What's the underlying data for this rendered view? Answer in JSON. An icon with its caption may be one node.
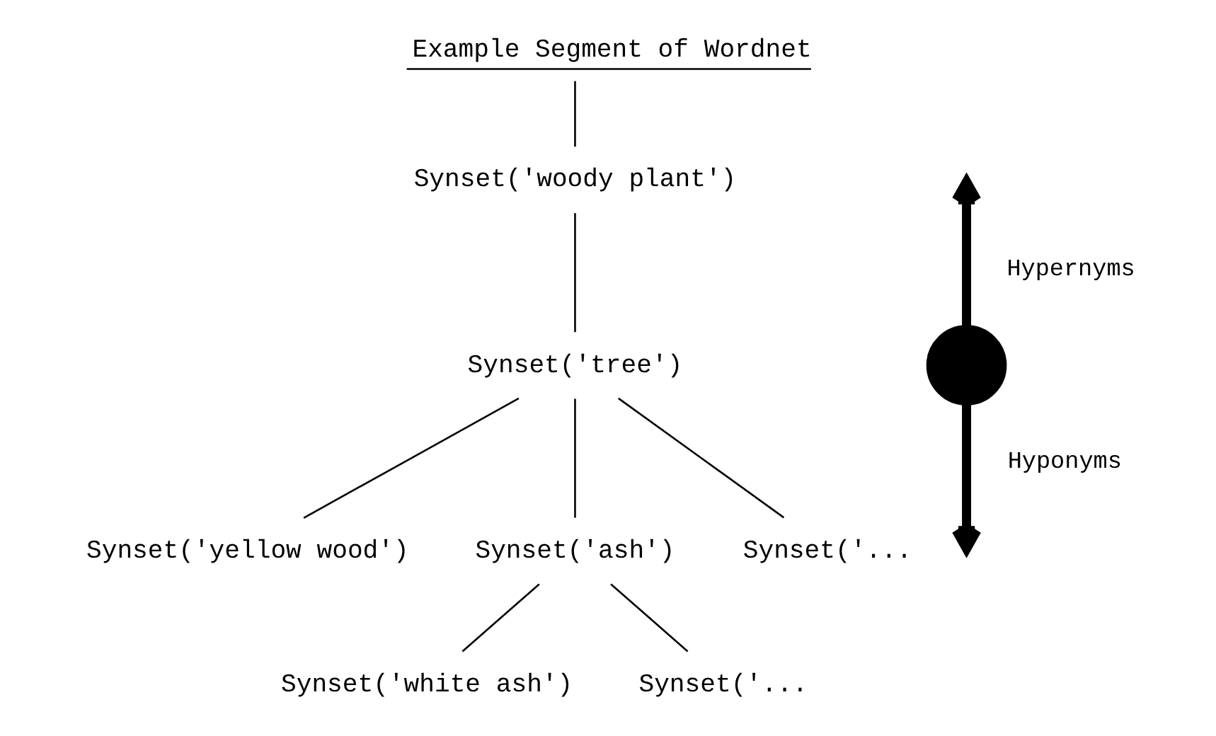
{
  "diagram": {
    "title": "Example Segment of Wordnet",
    "nodes": [
      {
        "text": [
          "Synset('woody plant')"
        ]
      },
      {
        "text": [
          "Synset('tree')"
        ]
      },
      {
        "text": [
          "Synset('yellow wood')"
        ]
      },
      {
        "text": [
          "Synset('ash')"
        ]
      },
      {
        "text": [
          "Synset('..."
        ]
      },
      {
        "text": [
          "Synset('white ash')"
        ]
      },
      {
        "text": [
          "Synset('..."
        ]
      },
      {
        "text": [],
        "shape": "circle"
      }
    ],
    "edges": [
      {
        "from": null,
        "to": 0,
        "arrow": "none"
      },
      {
        "from": 0,
        "to": 1,
        "arrow": "none"
      },
      {
        "from": 1,
        "to": 2,
        "arrow": "none"
      },
      {
        "from": 1,
        "to": 3,
        "arrow": "none"
      },
      {
        "from": 1,
        "to": 4,
        "arrow": "none"
      },
      {
        "from": 3,
        "to": 5,
        "arrow": "none"
      },
      {
        "from": 3,
        "to": 6,
        "arrow": "none"
      },
      {
        "from": 7,
        "to": null,
        "arrow": "to",
        "label": "Hypernyms",
        "style": "thick"
      },
      {
        "from": 7,
        "to": null,
        "arrow": "to",
        "label": "Hyponyms",
        "style": "thick"
      }
    ]
  }
}
